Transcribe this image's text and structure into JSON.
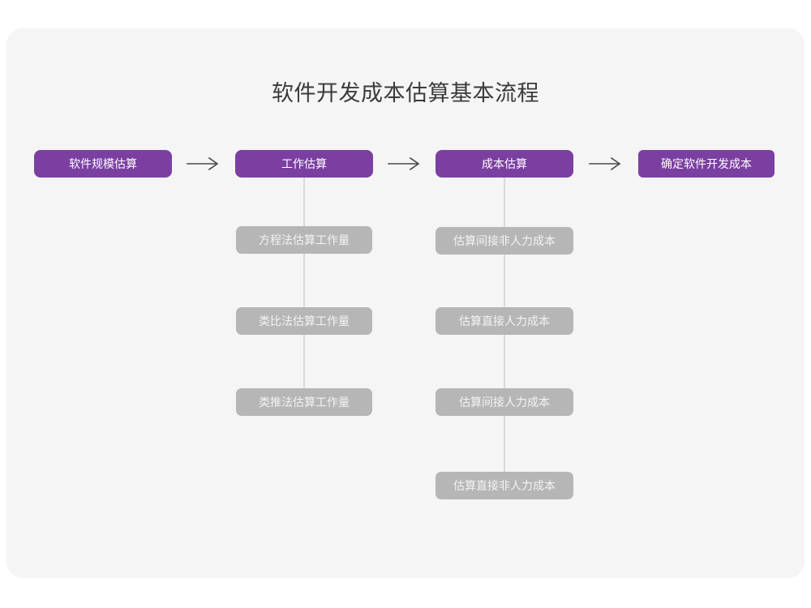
{
  "page": {
    "title": "软件开发成本估算基本流程",
    "background_color": "#ffffff",
    "card_color": "#f5f5f5",
    "primary_color": "#7b3fa1",
    "secondary_color": "#b6b6b6",
    "connector_color": "#d9d9d9",
    "title_color": "#3b3b3b"
  },
  "flow": {
    "main_steps": [
      {
        "label": "软件规模估算"
      },
      {
        "label": "工作估算"
      },
      {
        "label": "成本估算"
      },
      {
        "label": "确定软件开发成本"
      }
    ],
    "arrows": [
      {
        "name": "arrow-1"
      },
      {
        "name": "arrow-2"
      },
      {
        "name": "arrow-3"
      }
    ],
    "branches": [
      {
        "parent": "工作估算",
        "items": [
          {
            "label": "方程法估算工作量"
          },
          {
            "label": "类比法估算工作量"
          },
          {
            "label": "类推法估算工作量"
          }
        ]
      },
      {
        "parent": "成本估算",
        "items": [
          {
            "label": "估算间接非人力成本"
          },
          {
            "label": "估算直接人力成本"
          },
          {
            "label": "估算间接人力成本"
          },
          {
            "label": "估算直接非人力成本"
          }
        ]
      }
    ]
  }
}
